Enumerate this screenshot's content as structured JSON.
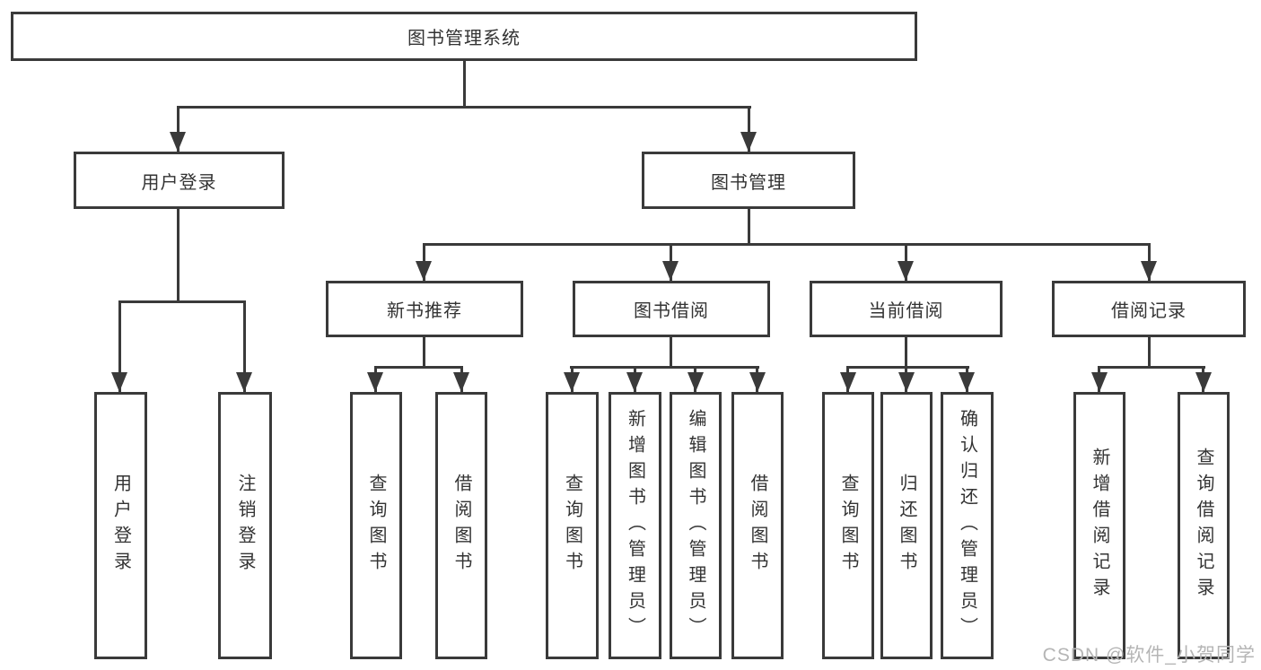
{
  "style": {
    "line_color": "#3a3a3a",
    "text_color": "#333333",
    "box_background": "#ffffff",
    "watermark_color": "#b5b5b5"
  },
  "watermark": {
    "text": "CSDN @软件_小贺同学"
  },
  "diagram": {
    "type": "hierarchy-tree",
    "root": {
      "label": "图书管理系统"
    },
    "branches": [
      {
        "label": "用户登录",
        "children": [
          {
            "label": "用户登录"
          },
          {
            "label": "注销登录"
          }
        ]
      },
      {
        "label": "图书管理",
        "children": [
          {
            "label": "新书推荐",
            "children": [
              {
                "label": "查询图书"
              },
              {
                "label": "借阅图书"
              }
            ]
          },
          {
            "label": "图书借阅",
            "children": [
              {
                "label": "查询图书"
              },
              {
                "label": "新增图书（管理员）"
              },
              {
                "label": "编辑图书（管理员）"
              },
              {
                "label": "借阅图书"
              }
            ]
          },
          {
            "label": "当前借阅",
            "children": [
              {
                "label": "查询图书"
              },
              {
                "label": "归还图书"
              },
              {
                "label": "确认归还（管理员）"
              }
            ]
          },
          {
            "label": "借阅记录",
            "children": [
              {
                "label": "新增借阅记录"
              },
              {
                "label": "查询借阅记录"
              }
            ]
          }
        ]
      }
    ]
  }
}
